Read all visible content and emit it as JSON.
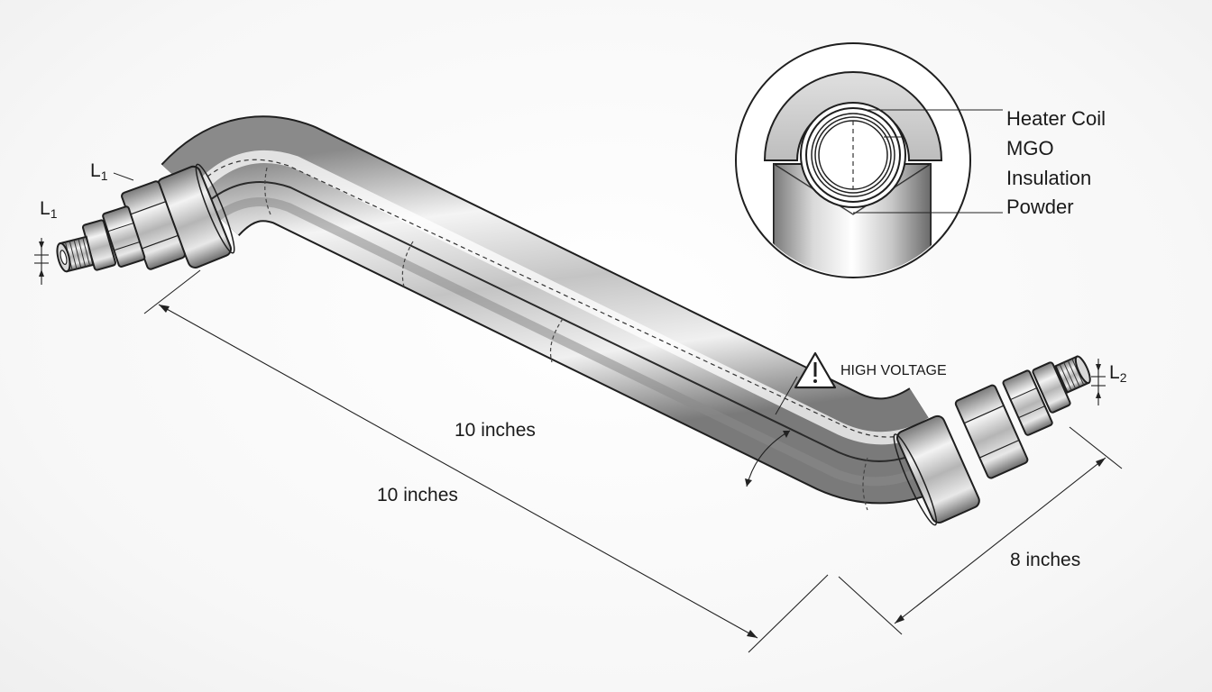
{
  "labels": {
    "left_fitting_label": "L",
    "left_fitting_subscript": "1",
    "left_nut_label": "L",
    "left_nut_subscript": "1",
    "right_fitting_label": "L",
    "right_fitting_subscript": "2",
    "warning_text": "HIGH VOLTAGE",
    "dim_upper_length": "10 inches",
    "dim_lower_length": "10 inches",
    "dim_short_leg": "8 inches"
  },
  "cross_section": {
    "callouts": [
      "Heater Coil",
      "MGO",
      "Insulation",
      "Powder"
    ]
  },
  "colors": {
    "line": "#1f1f1f",
    "metal_dark": "#6e6e6e",
    "metal_mid": "#b9b9b9",
    "metal_light": "#f2f2f2",
    "warning_fill": "#ffffff"
  },
  "icons": {
    "warning": "warning-triangle-icon"
  }
}
